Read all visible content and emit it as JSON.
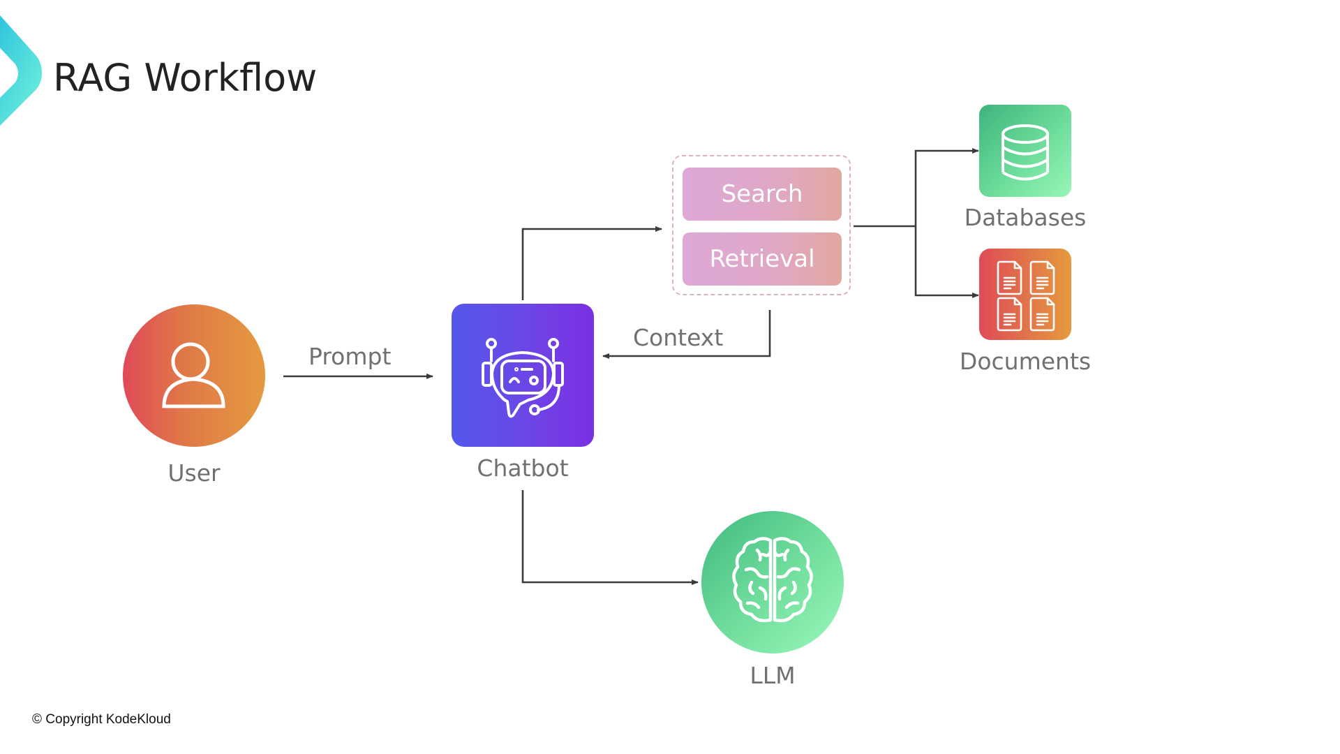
{
  "slide": {
    "title": "RAG Workflow",
    "copyright": "© Copyright KodeKloud"
  },
  "nodes": {
    "user": {
      "label": "User",
      "icon": "user-icon"
    },
    "chatbot": {
      "label": "Chatbot",
      "icon": "robot-chat-icon"
    },
    "llm": {
      "label": "LLM",
      "icon": "brain-icon"
    },
    "databases": {
      "label": "Databases",
      "icon": "database-icon"
    },
    "documents": {
      "label": "Documents",
      "icon": "documents-icon"
    },
    "rag_group": {
      "steps": [
        {
          "label": "Search"
        },
        {
          "label": "Retrieval"
        }
      ]
    }
  },
  "edges": [
    {
      "from": "User",
      "to": "Chatbot",
      "label": "Prompt"
    },
    {
      "from": "Chatbot",
      "to": "Search/Retrieval",
      "label": ""
    },
    {
      "from": "Search/Retrieval",
      "to": "Chatbot",
      "label": "Context"
    },
    {
      "from": "Search/Retrieval",
      "to": "Databases",
      "label": ""
    },
    {
      "from": "Search/Retrieval",
      "to": "Documents",
      "label": ""
    },
    {
      "from": "Chatbot",
      "to": "LLM",
      "label": ""
    }
  ],
  "colors": {
    "logo_start": "#2ec5dd",
    "logo_end": "#6ef0dc",
    "arrow": "#3a3a3a",
    "label_text": "#707070",
    "user_gradient": [
      "#e04a57",
      "#e49a40"
    ],
    "chatbot_gradient": [
      "#5358ea",
      "#7a2fe3"
    ],
    "green_gradient": [
      "#3fb97f",
      "#9bf8bb"
    ],
    "step_gradient": [
      "#dea7d6",
      "#e1a89f"
    ],
    "dashed_border": "#d9b2bb"
  }
}
